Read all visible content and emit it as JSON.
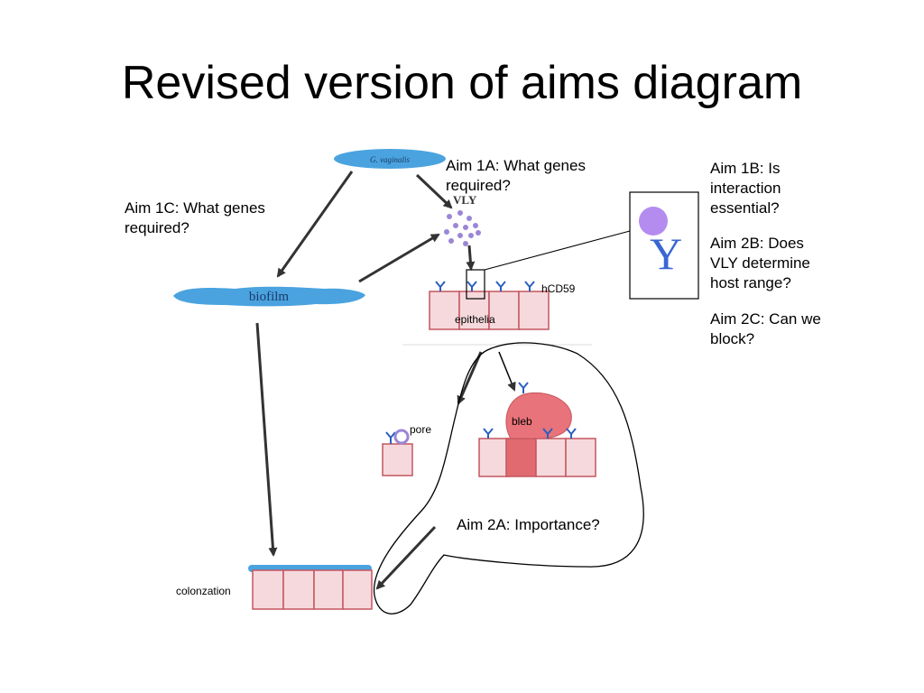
{
  "title": "Revised version of aims diagram",
  "labels": {
    "g_vaginalis": "G. vaginalis",
    "vly": "VLY",
    "biofilm": "biofilm",
    "hcd59": "hCD59",
    "epithelia": "epithelia",
    "pore": "pore",
    "bleb": "bleb",
    "colonization": "colonzation",
    "y_symbol": "Y"
  },
  "aims": {
    "aim1a": [
      "Aim 1A: What genes",
      "required?"
    ],
    "aim1c": [
      "Aim 1C: What genes",
      "required?"
    ],
    "aim1b": [
      "Aim 1B: Is",
      "interaction",
      "essential?"
    ],
    "aim2b": [
      "Aim 2B: Does",
      "VLY determine",
      "host range?"
    ],
    "aim2c": [
      "Aim 2C: Can we",
      "block?"
    ],
    "aim2a": "Aim 2A: Importance?"
  },
  "colors": {
    "bacteria_blue": "#4aa3df",
    "cell_fill": "#f6d9dd",
    "cell_border": "#c4565e",
    "bleb_fill": "#e8737a",
    "toxin_purple": "#9b86d6",
    "receptor_blue": "#2a5fbf",
    "arrow": "#333333"
  }
}
